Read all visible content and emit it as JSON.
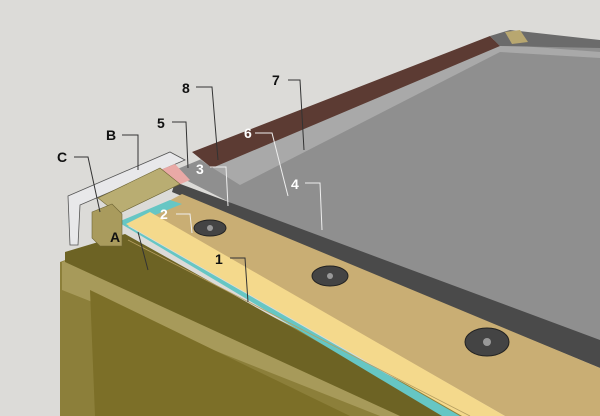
{
  "labels": {
    "A": "A",
    "B": "B",
    "C": "C",
    "n1": "1",
    "n2": "2",
    "n3": "3",
    "n4": "4",
    "n5": "5",
    "n6": "6",
    "n7": "7",
    "n8": "8"
  },
  "colors": {
    "background": "#dcdbd8",
    "membrane": "#8f8f8f",
    "membrane_edge": "#4a4a4a",
    "brown_strip": "#5c3b33",
    "insulation_top": "#c9ae74",
    "insulation_face": "#f4d98c",
    "vapour_layer": "#66c6c4",
    "deck": "#6d6324",
    "pink_strip": "#e9a9a6"
  }
}
